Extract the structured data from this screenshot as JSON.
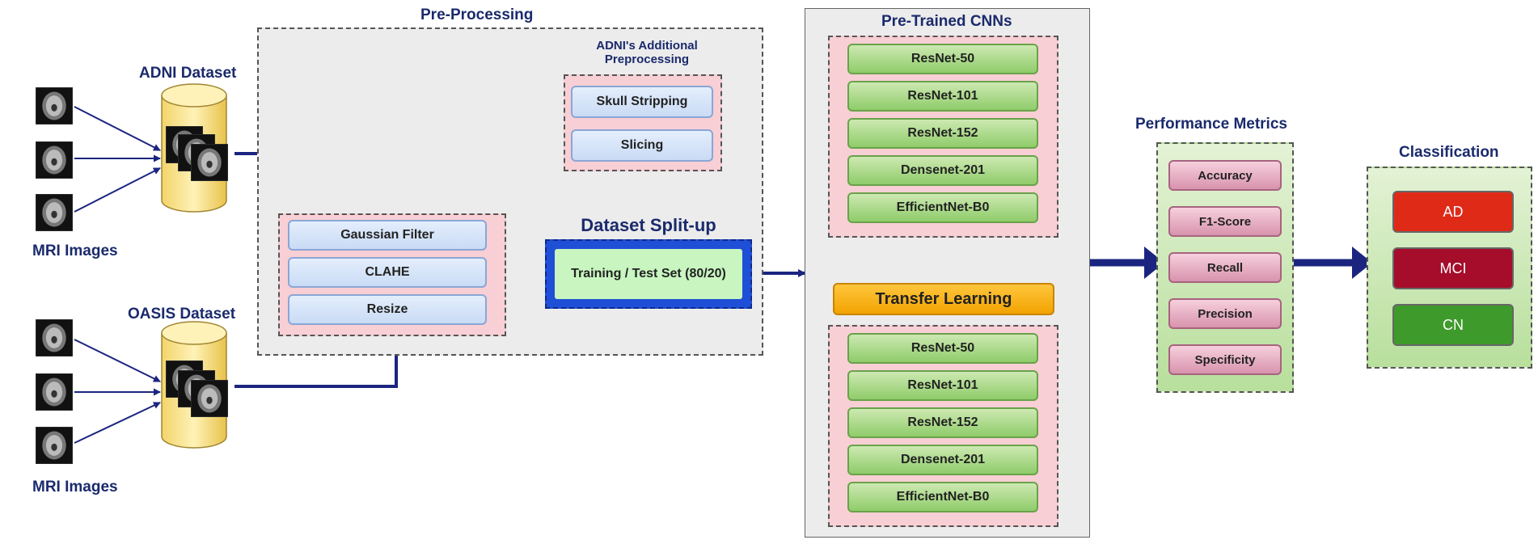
{
  "preprocessing": {
    "title": "Pre-Processing",
    "adni_additional_title": "ADNI's Additional Preprocessing",
    "adni_steps": [
      "Skull Stripping",
      "Slicing"
    ],
    "common_steps": [
      "Gaussian Filter",
      "CLAHE",
      "Resize"
    ]
  },
  "datasets": {
    "adni": "ADNI Dataset",
    "oasis": "OASIS Dataset",
    "mri_label": "MRI Images"
  },
  "split": {
    "title": "Dataset Split-up",
    "box_text": "Training / Test Set (80/20)"
  },
  "cnn": {
    "title": "Pre-Trained CNNs",
    "models": [
      "ResNet-50",
      "ResNet-101",
      "ResNet-152",
      "Densenet-201",
      "EfficientNet-B0"
    ],
    "transfer_title": "Transfer Learning",
    "transfer_models": [
      "ResNet-50",
      "ResNet-101",
      "ResNet-152",
      "Densenet-201",
      "EfficientNet-B0"
    ]
  },
  "metrics": {
    "title": "Performance Metrics",
    "items": [
      "Accuracy",
      "F1-Score",
      "Recall",
      "Precision",
      "Specificity"
    ]
  },
  "classification": {
    "title": "Classification",
    "classes": [
      {
        "label": "AD",
        "color": "#e02a18"
      },
      {
        "label": "MCI",
        "color": "#a50d2b"
      },
      {
        "label": "CN",
        "color": "#3e9a2a"
      }
    ]
  }
}
